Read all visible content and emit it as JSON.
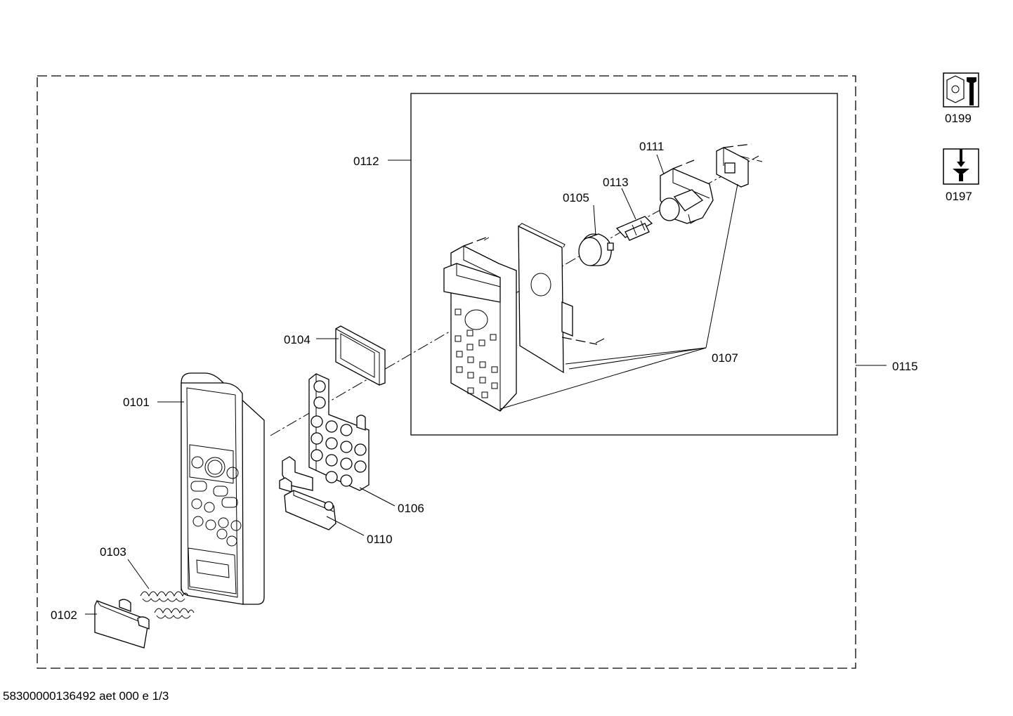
{
  "labels": {
    "p0101": "0101",
    "p0102": "0102",
    "p0103": "0103",
    "p0104": "0104",
    "p0105": "0105",
    "p0106": "0106",
    "p0107": "0107",
    "p0110": "0110",
    "p0111": "0111",
    "p0112": "0112",
    "p0113": "0113",
    "p0115": "0115",
    "p0197": "0197",
    "p0199": "0199"
  },
  "icons": {
    "service": "wrench-nut-icon",
    "screw": "screwdriver-screw-icon"
  },
  "footer": "58300000136492 aet 000 e 1/3"
}
